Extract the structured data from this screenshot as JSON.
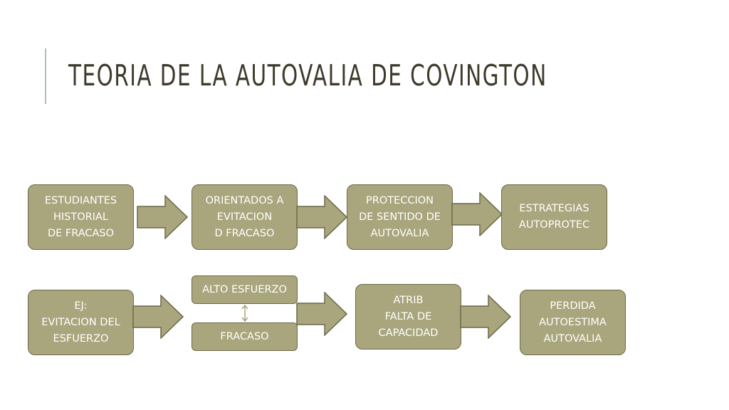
{
  "slide": {
    "title": "TEORIA DE LA AUTOVALIA DE COVINGTON"
  },
  "colors": {
    "box_fill": "#a9a57c",
    "box_border": "#6c6a4a",
    "title_text": "#3f3a2b",
    "accent_line": "#a9c2b8"
  },
  "row1": {
    "box1": [
      "ESTUDIANTES",
      "HISTORIAL",
      "DE FRACASO"
    ],
    "box2": [
      "ORIENTADOS A",
      "EVITACION",
      "D FRACASO"
    ],
    "box3": [
      "PROTECCION",
      "DE SENTIDO DE",
      "AUTOVALIA"
    ],
    "box4": [
      "ESTRATEGIAS",
      "AUTOPROTEC"
    ]
  },
  "row2": {
    "box1": [
      "EJ:",
      "EVITACION DEL",
      "ESFUERZO"
    ],
    "box_alto": "ALTO ESFUERZO",
    "box_fracaso": "FRACASO",
    "box3": [
      "ATRIB",
      "FALTA DE",
      "CAPACIDAD"
    ],
    "box4": [
      "PERDIDA",
      "AUTOESTIMA",
      "AUTOVALIA"
    ]
  }
}
